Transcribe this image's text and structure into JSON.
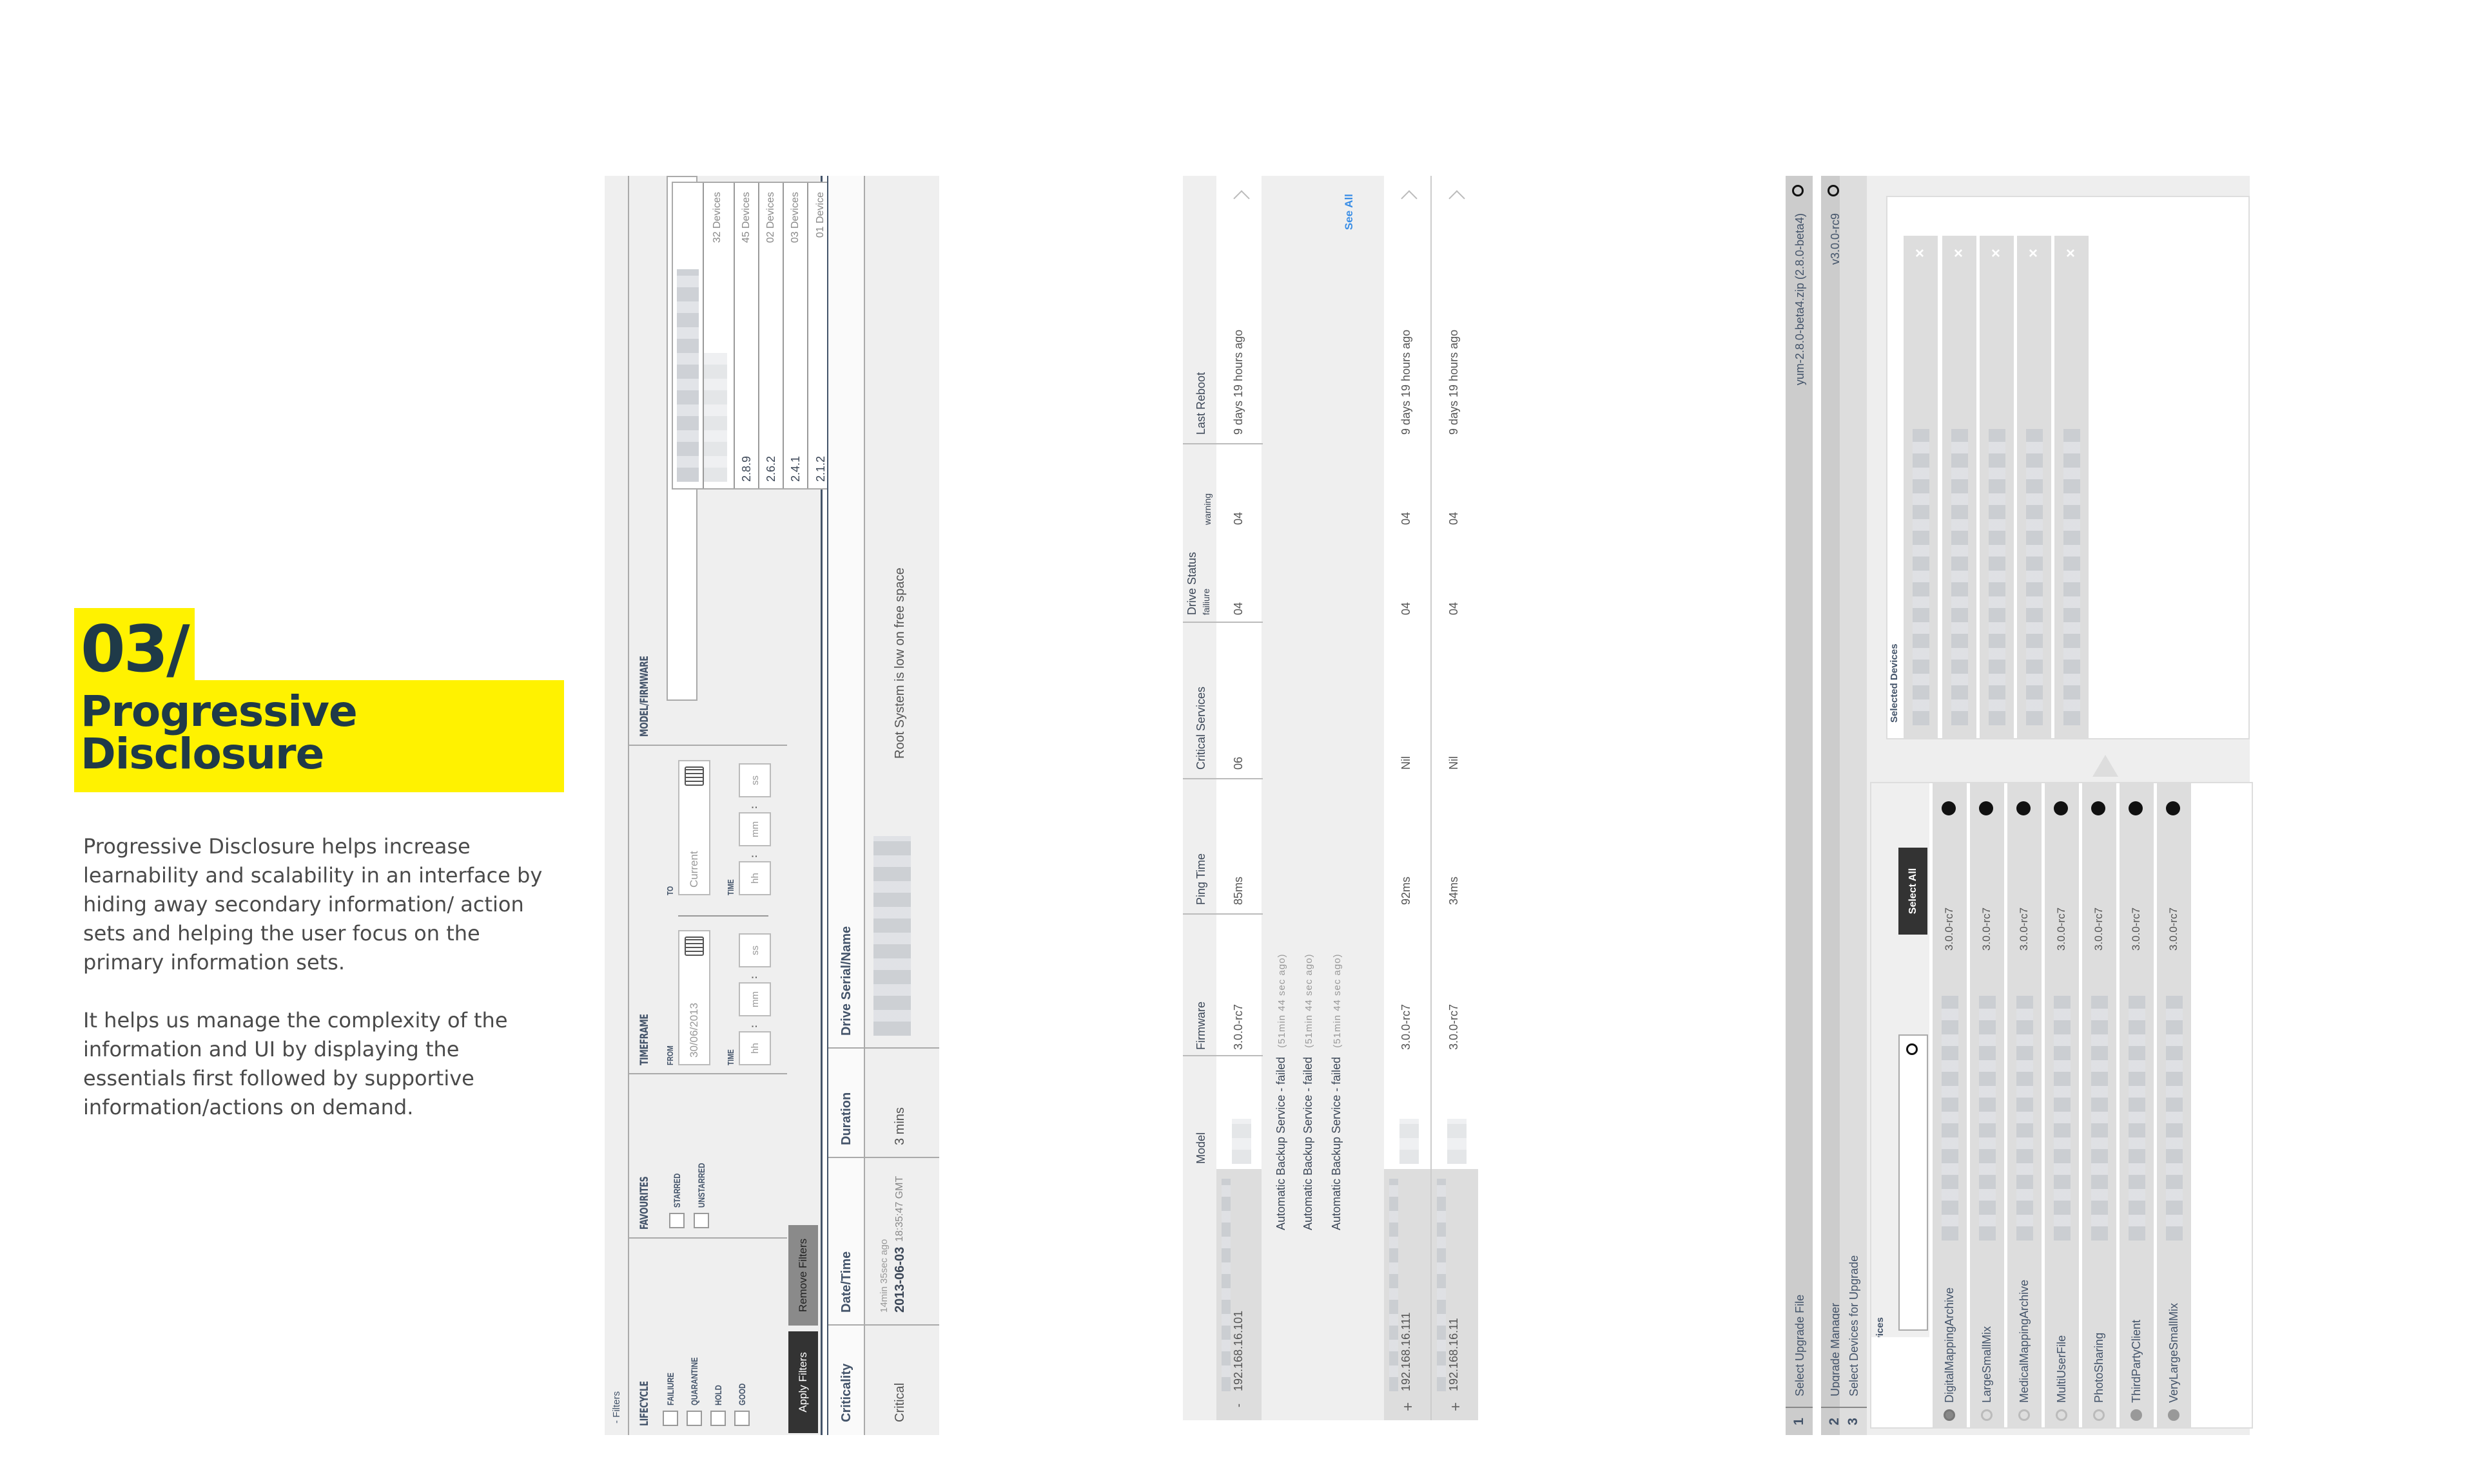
{
  "intro": {
    "number": "03/",
    "title": "Progressive Disclosure",
    "paragraph_1": "Progressive Disclosure helps increase learnability and scalability in an interface by hiding away secondary information/ action sets and helping the user focus on the primary information sets.",
    "paragraph_2": "It helps us manage the complexity of the information and UI by displaying the essentials first followed by supportive information/actions on demand.",
    "highlight_color": "#fff200"
  },
  "filters_panel": {
    "header": "- Filters",
    "lifecycle": {
      "label": "LIFECYCLE",
      "options": [
        "FAILIURE",
        "QUARANTINE",
        "HOLD",
        "GOOD"
      ]
    },
    "favourites": {
      "label": "FAVOURITES",
      "options": [
        "STARRED",
        "UNSTARRED"
      ]
    },
    "timeframe": {
      "label": "TIMEFRAME",
      "from_label": "FROM",
      "from_value": "30/06/2013",
      "to_label": "TO",
      "to_placeholder": "Current",
      "time_label": "TIME",
      "hh": "hh",
      "mm": "mm",
      "ss": "ss",
      "colon": ":"
    },
    "model_firmware": {
      "label": "MODEL/FIRMWARE",
      "rows": [
        {
          "version": "",
          "count": "32 Devices"
        },
        {
          "version": "2.8.9",
          "count": "45 Devices"
        },
        {
          "version": "2.6.2",
          "count": "02 Devices"
        },
        {
          "version": "2.4.1",
          "count": "03 Devices"
        },
        {
          "version": "2.1.2",
          "count": "01 Device"
        }
      ]
    },
    "apply_label": "Apply Filters",
    "remove_label": "Remove Filters",
    "table": {
      "headers": [
        "Criticality",
        "Date/Time",
        "Duration",
        "Drive Serial/Name"
      ],
      "row": {
        "criticality": "Critical",
        "ago": "14min 35sec ago",
        "date": "2013-06-03",
        "time": "18:35:47 GMT",
        "duration": "3 mins",
        "message": "Root System is low on free space"
      }
    }
  },
  "device_panel": {
    "headers": [
      "Model",
      "Firmware",
      "Ping Time",
      "Critical Services",
      "Drive Status",
      "Last Reboot"
    ],
    "drive_status_sub": [
      "failiure",
      "warning"
    ],
    "rows": [
      {
        "toggle": "-",
        "ip": "192.168.16.101",
        "firmware": "3.0.0-rc7",
        "ping": "85ms",
        "critical": "06",
        "failure": "04",
        "warning": "04",
        "reboot": "9 days 19 hours ago"
      },
      {
        "toggle": "+",
        "ip": "192.168.16.111",
        "firmware": "3.0.0-rc7",
        "ping": "92ms",
        "critical": "Nil",
        "failure": "04",
        "warning": "04",
        "reboot": "9 days 19 hours ago"
      },
      {
        "toggle": "+",
        "ip": "192.168.16.11",
        "firmware": "3.0.0-rc7",
        "ping": "34ms",
        "critical": "Nil",
        "failure": "04",
        "warning": "04",
        "reboot": "9 days 19 hours ago"
      }
    ],
    "expanded_services": [
      {
        "name": "Automatic Backup Service",
        "status": "- failed",
        "ago": "(51min 44 sec ago)"
      },
      {
        "name": "Automatic Backup Service",
        "status": "- failed",
        "ago": "(51min 44 sec ago)"
      },
      {
        "name": "Automatic Backup Service",
        "status": "- failed",
        "ago": "(51min 44 sec ago)"
      }
    ],
    "see_all": "See All",
    "link_color": "#3a8ee6"
  },
  "upgrade_panel": {
    "steps": [
      {
        "num": "1",
        "label": "Select Upgrade File",
        "value": "yum-2.8.0-beta4.zip (2.8.0-beta4)"
      },
      {
        "num": "2",
        "label": "Upgrade Manager",
        "value": "v3.0.0-rc9"
      },
      {
        "num": "3",
        "label": "Select Devices for Upgrade",
        "value": ""
      }
    ],
    "unselected_label": "Unselected Devices",
    "selected_label": "Selected Devices",
    "select_all": "Select All",
    "groups": [
      {
        "name": "DigitalMappingArchive",
        "radio": "selected",
        "firmware": "3.0.0-rc7"
      },
      {
        "name": "LargeSmallMix",
        "radio": "empty",
        "firmware": "3.0.0-rc7"
      },
      {
        "name": "MedicalMappingArchive",
        "radio": "empty",
        "firmware": "3.0.0-rc7"
      },
      {
        "name": "MultiUserFile",
        "radio": "empty",
        "firmware": "3.0.0-rc7"
      },
      {
        "name": "PhotoSharing",
        "radio": "empty",
        "firmware": "3.0.0-rc7"
      },
      {
        "name": "ThirdPartyClient",
        "radio": "filled",
        "firmware": "3.0.0-rc7"
      },
      {
        "name": "VeryLargeSmallMix",
        "radio": "filled",
        "firmware": "3.0.0-rc7"
      }
    ],
    "selected_count": 5,
    "remove_glyph": "×"
  }
}
